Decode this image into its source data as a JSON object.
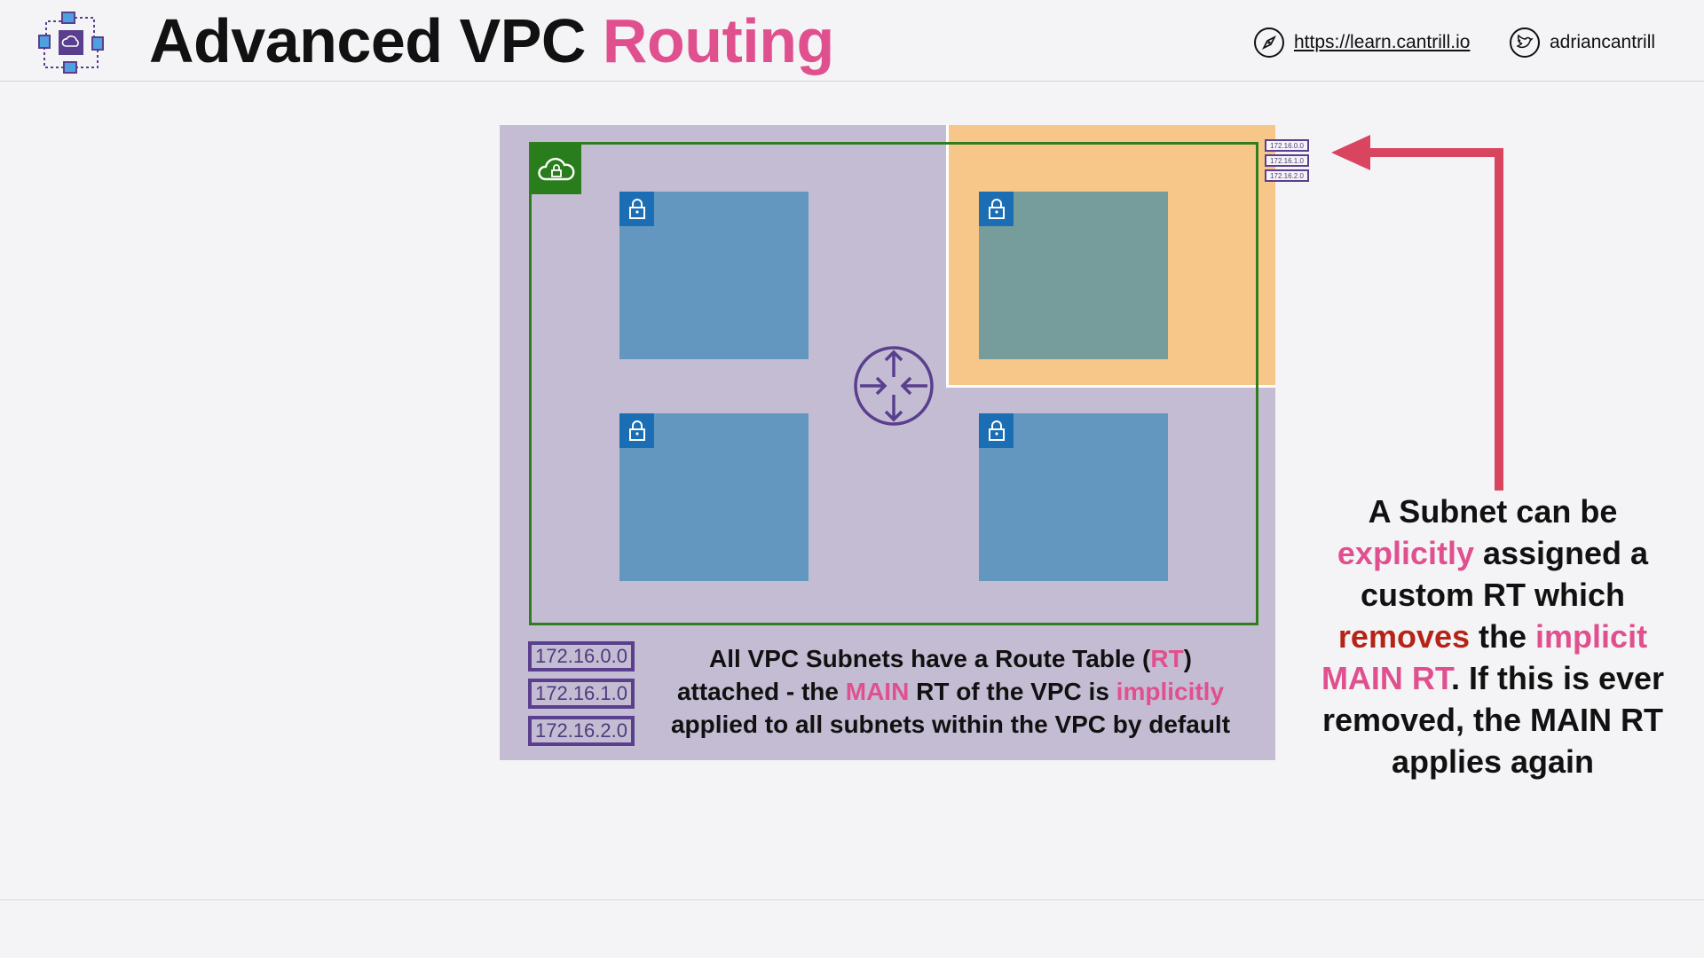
{
  "header": {
    "title_main": "Advanced VPC ",
    "title_accent": "Routing",
    "url": "https://learn.cantrill.io",
    "twitter": "adriancantrill",
    "logo_icon": "vpc-network-icon",
    "compass_icon": "compass-icon",
    "twitter_icon": "twitter-bird-icon"
  },
  "colors": {
    "accent_pink": "#e0508f",
    "accent_red": "#b52417",
    "vpc_green": "#2a7d1c",
    "panel_purple": "#c4bcd3",
    "subnet_blue": "#6397c0",
    "highlight_orange": "#f7c789",
    "arrow_red": "#d9455f"
  },
  "route_tables": [
    "172.16.0.0",
    "172.16.1.0",
    "172.16.2.0"
  ],
  "custom_route_table": [
    "172.16.0.0",
    "172.16.1.0",
    "172.16.2.0"
  ],
  "caption": {
    "p1": "All VPC Subnets have a Route Table (",
    "p2": "RT",
    "p3": ")",
    "p4": "attached - the ",
    "p5": "MAIN",
    "p6": " RT of the VPC is ",
    "p7": "implicitly",
    "p8": "applied to all subnets within the VPC by default"
  },
  "side_note": {
    "s1": "A Subnet can be",
    "s2": "explicitly",
    "s3": " assigned a custom RT which ",
    "s4": "removes",
    "s5": " the ",
    "s6": "implicit MAIN RT",
    "s7": ". If this is ever removed, the MAIN RT applies again"
  }
}
